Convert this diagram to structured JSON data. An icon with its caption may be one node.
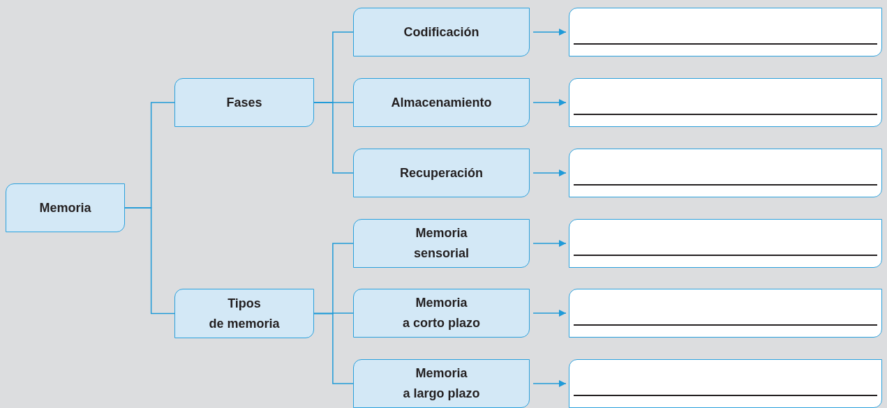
{
  "diagram": {
    "nodes": [
      {
        "text": [
          "Memoria"
        ]
      },
      {
        "text": [
          "Fases"
        ]
      },
      {
        "text": [
          "Tipos de memoria"
        ]
      },
      {
        "text": [
          "Codificación"
        ]
      },
      {
        "text": [
          "Almacenamiento"
        ]
      },
      {
        "text": [
          "Recuperación"
        ]
      },
      {
        "text": [
          "Memoria sensorial"
        ]
      },
      {
        "text": [
          "Memoria a corto plazo"
        ]
      },
      {
        "text": [
          "Memoria a largo plazo"
        ]
      },
      {
        "text": [],
        "shape": "box"
      },
      {
        "text": [],
        "shape": "box"
      },
      {
        "text": [],
        "shape": "box"
      },
      {
        "text": [],
        "shape": "box"
      },
      {
        "text": [],
        "shape": "box"
      },
      {
        "text": [],
        "shape": "box"
      }
    ],
    "edges": [
      {
        "from": 0,
        "to": 1,
        "arrow": "none"
      },
      {
        "from": 0,
        "to": 2,
        "arrow": "none"
      },
      {
        "from": 1,
        "to": 3,
        "arrow": "none"
      },
      {
        "from": 1,
        "to": 4,
        "arrow": "none"
      },
      {
        "from": 1,
        "to": 5,
        "arrow": "none"
      },
      {
        "from": 2,
        "to": 6,
        "arrow": "none"
      },
      {
        "from": 2,
        "to": 7,
        "arrow": "none"
      },
      {
        "from": 2,
        "to": 8,
        "arrow": "none"
      },
      {
        "from": 3,
        "to": 9,
        "arrow": "to"
      },
      {
        "from": 4,
        "to": 10,
        "arrow": "to"
      },
      {
        "from": 5,
        "to": 11,
        "arrow": "to"
      },
      {
        "from": 6,
        "to": 12,
        "arrow": "to"
      },
      {
        "from": 7,
        "to": 13,
        "arrow": "to"
      },
      {
        "from": 8,
        "to": 14,
        "arrow": "to"
      }
    ]
  }
}
